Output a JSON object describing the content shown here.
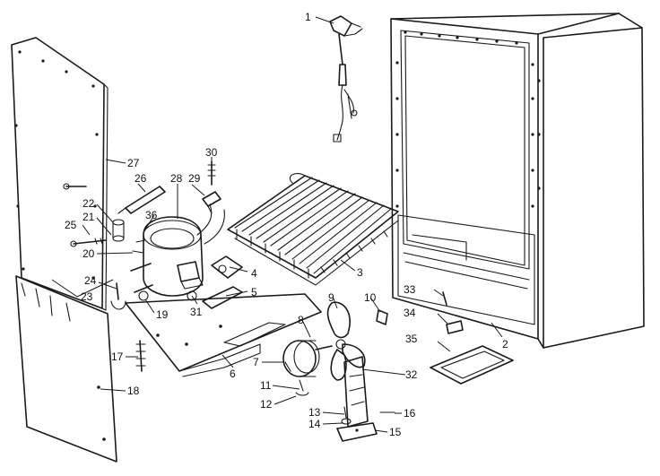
{
  "callouts": [
    {
      "id": "c1",
      "text": "1"
    },
    {
      "id": "c2",
      "text": "2"
    },
    {
      "id": "c3",
      "text": "3"
    },
    {
      "id": "c4",
      "text": "4"
    },
    {
      "id": "c5",
      "text": "5"
    },
    {
      "id": "c6",
      "text": "6"
    },
    {
      "id": "c7",
      "text": "7"
    },
    {
      "id": "c8",
      "text": "8"
    },
    {
      "id": "c9",
      "text": "9"
    },
    {
      "id": "c10",
      "text": "10"
    },
    {
      "id": "c11",
      "text": "11"
    },
    {
      "id": "c12",
      "text": "12"
    },
    {
      "id": "c13",
      "text": "13"
    },
    {
      "id": "c14",
      "text": "14"
    },
    {
      "id": "c15",
      "text": "15"
    },
    {
      "id": "c16",
      "text": "16"
    },
    {
      "id": "c17",
      "text": "17"
    },
    {
      "id": "c18",
      "text": "18"
    },
    {
      "id": "c19",
      "text": "19"
    },
    {
      "id": "c20",
      "text": "20"
    },
    {
      "id": "c21",
      "text": "21"
    },
    {
      "id": "c22",
      "text": "22"
    },
    {
      "id": "c23",
      "text": "23"
    },
    {
      "id": "c24",
      "text": "24"
    },
    {
      "id": "c25",
      "text": "25"
    },
    {
      "id": "c26",
      "text": "26"
    },
    {
      "id": "c27",
      "text": "27"
    },
    {
      "id": "c28",
      "text": "28"
    },
    {
      "id": "c29",
      "text": "29"
    },
    {
      "id": "c30",
      "text": "30"
    },
    {
      "id": "c31",
      "text": "31"
    },
    {
      "id": "c32",
      "text": "32"
    },
    {
      "id": "c33",
      "text": "33"
    },
    {
      "id": "c34",
      "text": "34"
    },
    {
      "id": "c35",
      "text": "35"
    },
    {
      "id": "c36",
      "text": "36"
    }
  ],
  "colors": {
    "line": "#1a1a1a",
    "background": "#ffffff"
  }
}
